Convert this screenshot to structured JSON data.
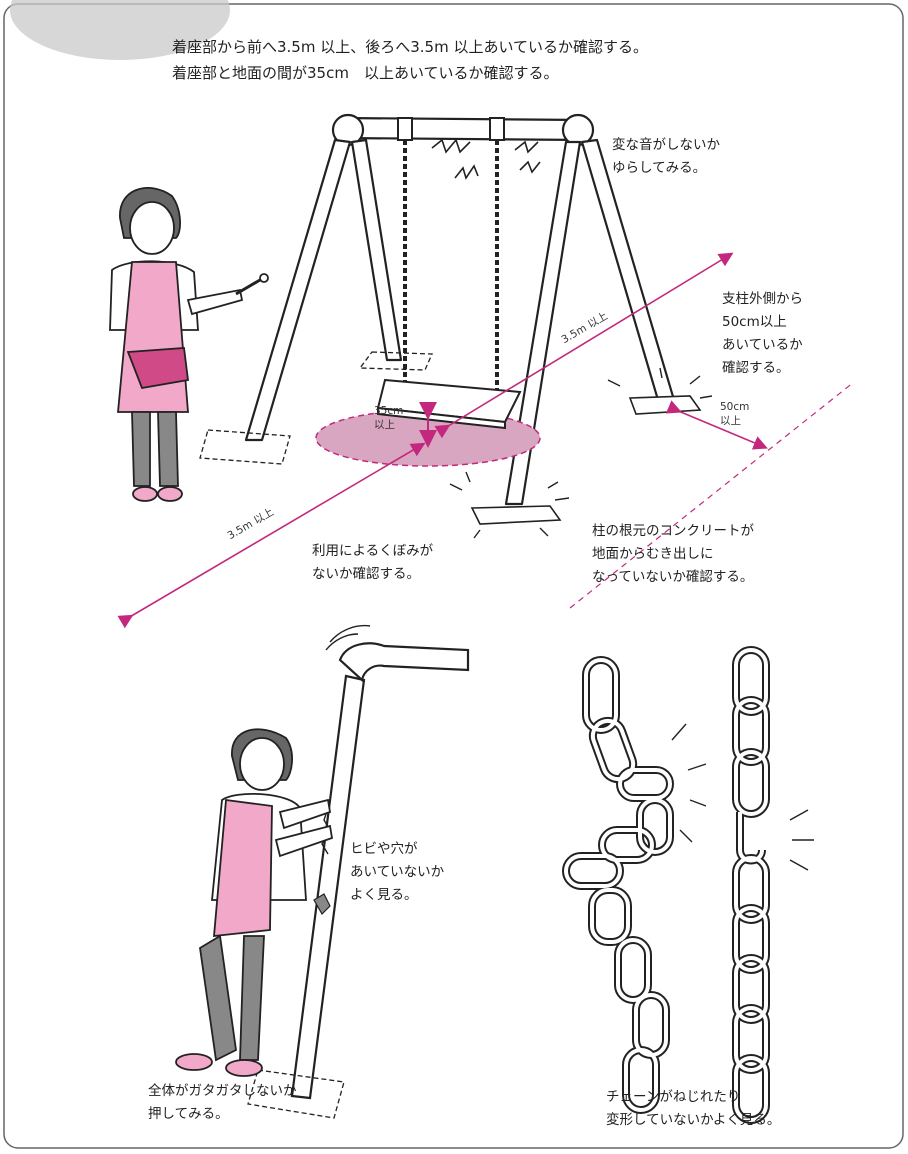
{
  "header": {
    "line1": "着座部から前へ3.5m 以上、後ろへ3.5m 以上あいているか確認する。",
    "line2": "着座部と地面の間が35cm　以上あいているか確認する。"
  },
  "notes": {
    "sound": "変な音がしないか\nゆらしてみる。",
    "side_clearance": "支柱外側から\n50cm以上\nあいているか\n確認する。",
    "hollow": "利用によるくぼみが\nないか確認する。",
    "concrete": "柱の根元のコンクリートが\n地面からむき出しに\nなっていないか確認する。",
    "cracks": "ヒビや穴が\nあいていないか\nよく見る。",
    "push": "全体がガタガタしないか\n押してみる。",
    "chain": "チェーンがねじれたり\n変形していないかよく見る。"
  },
  "dimensions": {
    "seat_height": "35cm\n以上",
    "side_50": "50cm\n以上",
    "front_35": "3.5m 以上",
    "back_35": "3.5m 以上"
  },
  "colors": {
    "accent": "#c4287e",
    "apron": "#f2a8c8",
    "hollow_fill": "#d9a6c2",
    "line": "#222222"
  }
}
